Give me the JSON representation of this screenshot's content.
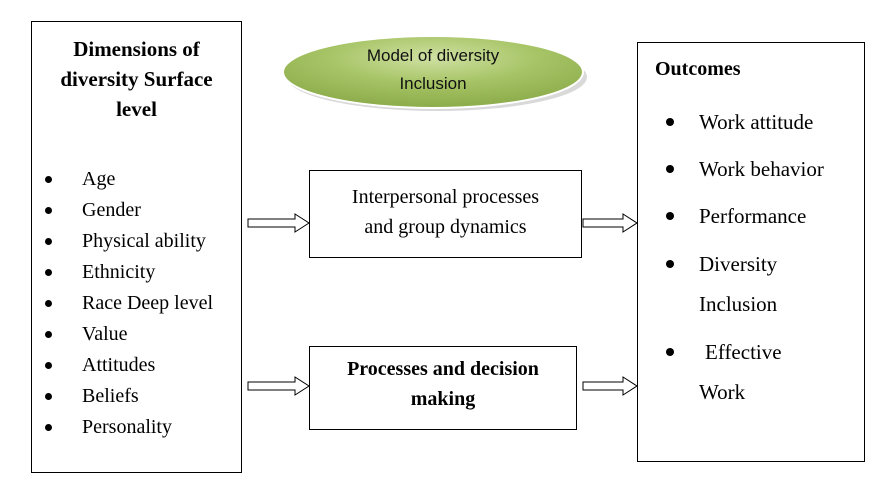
{
  "model_title": {
    "line1": "Model of diversity",
    "line2": "Inclusion"
  },
  "dimensions": {
    "title_line1": "Dimensions of",
    "title_line2": "diversity Surface",
    "title_line3": "level",
    "items": [
      "Age",
      "Gender",
      "Physical ability",
      "Ethnicity",
      "Race Deep level",
      "Value",
      "Attitudes",
      "Beliefs",
      "Personality"
    ]
  },
  "interpersonal": {
    "line1": "Interpersonal processes",
    "line2": "and group dynamics"
  },
  "decision": {
    "line1": "Processes and decision",
    "line2": "making"
  },
  "outcomes": {
    "title": "Outcomes",
    "items": [
      {
        "line1": "Work attitude"
      },
      {
        "line1": "Work behavior"
      },
      {
        "line1": "Performance"
      },
      {
        "line1": "Diversity",
        "line2": "Inclusion"
      },
      {
        "line1": "Effective",
        "line2": "Work"
      }
    ]
  },
  "colors": {
    "ellipse_fill": "#9bbb59",
    "ellipse_highlight": "#c9dc9c",
    "ellipse_shadow": "#c8c8c8",
    "line": "#000000"
  }
}
